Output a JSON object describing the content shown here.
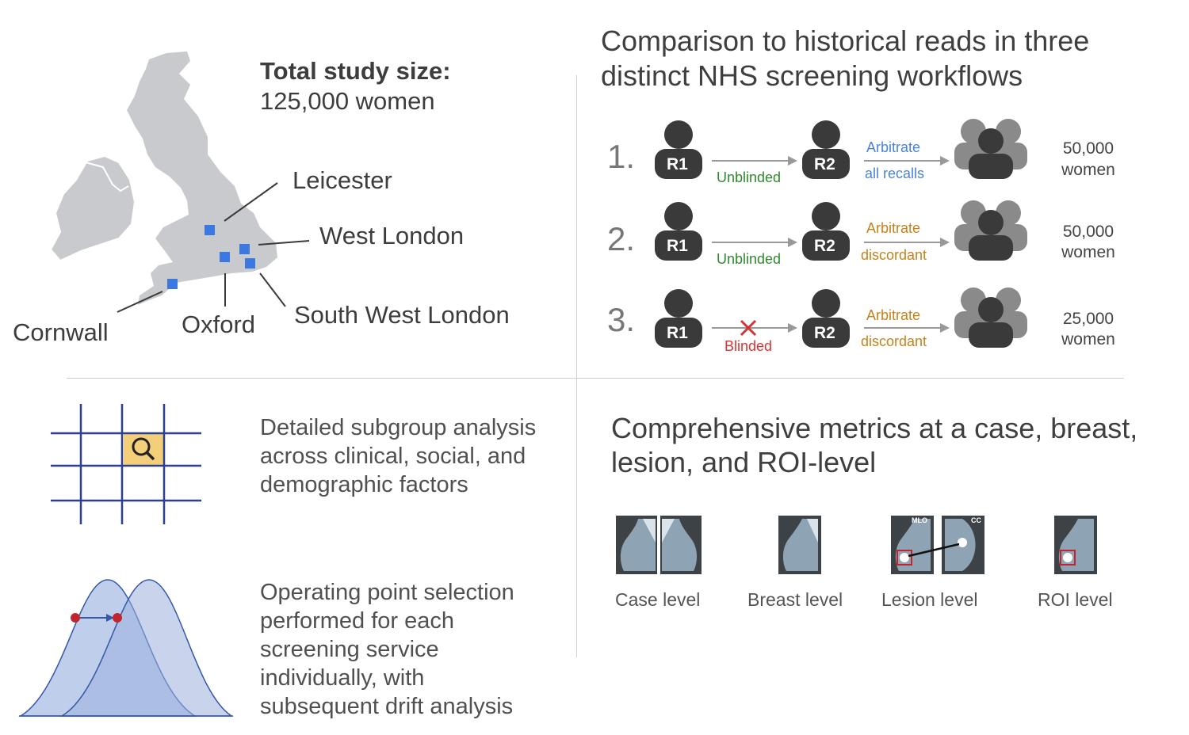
{
  "study": {
    "size_title": "Total study size:",
    "size_value": "125,000 women",
    "sites": [
      "Leicester",
      "West London",
      "South West London",
      "Cornwall",
      "Oxford"
    ]
  },
  "workflows": {
    "title_line1": "Comparison to historical reads in three",
    "title_line2": "distinct NHS screening workflows",
    "rows": [
      {
        "number": "1.",
        "r1": "R1",
        "r2": "R2",
        "link": "Unblinded",
        "arb1": "Arbitrate",
        "arb2": "all recalls",
        "count1": "50,000",
        "count2": "women"
      },
      {
        "number": "2.",
        "r1": "R1",
        "r2": "R2",
        "link": "Unblinded",
        "arb1": "Arbitrate",
        "arb2": "discordant",
        "count1": "50,000",
        "count2": "women"
      },
      {
        "number": "3.",
        "r1": "R1",
        "r2": "R2",
        "link": "Blinded",
        "arb1": "Arbitrate",
        "arb2": "discordant",
        "count1": "25,000",
        "count2": "women"
      }
    ]
  },
  "subgroup": {
    "lines": [
      "Detailed subgroup analysis",
      "across clinical, social, and",
      "demographic factors"
    ]
  },
  "operating": {
    "lines": [
      "Operating point selection",
      "performed for each",
      "screening service",
      "individually, with",
      "subsequent drift analysis"
    ]
  },
  "metrics": {
    "title_line1": "Comprehensive metrics at a case, breast,",
    "title_line2": "lesion, and ROI-level",
    "levels": [
      "Case level",
      "Breast level",
      "Lesion level",
      "ROI level"
    ],
    "view_tags": [
      "MLO",
      "CC"
    ]
  },
  "colors": {
    "site_marker": "#3b78e0",
    "map": "#c8cacd",
    "person": "#3a3a3a",
    "arbitrate_blue": "#4a84d8",
    "arbitrate_orange": "#c5821b",
    "unblinded_green": "#2f8a2f",
    "blinded_red": "#d33333"
  }
}
